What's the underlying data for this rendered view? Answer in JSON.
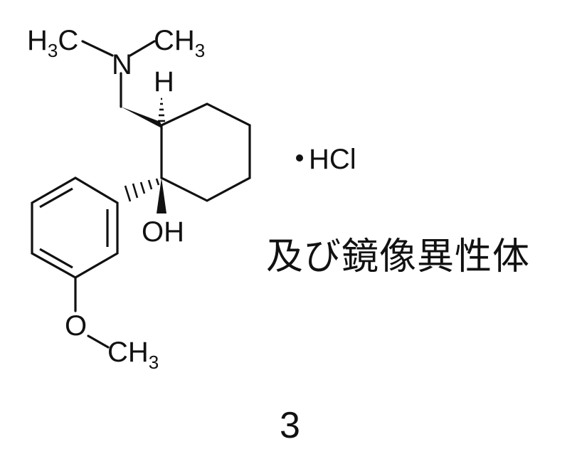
{
  "molecule": {
    "atoms": {
      "h3c_left": "H",
      "h3c_left_sub": "3",
      "h3c_left_c": "C",
      "nitrogen": "N",
      "ch3_right_c": "CH",
      "ch3_right_sub": "3",
      "hydrogen": "H",
      "hydroxyl": "OH",
      "oxygen": "O",
      "och3_c": "CH",
      "och3_sub": "3"
    },
    "salt": "HCl",
    "stereo_note": "及び鏡像異性体"
  },
  "compound_label": "3"
}
